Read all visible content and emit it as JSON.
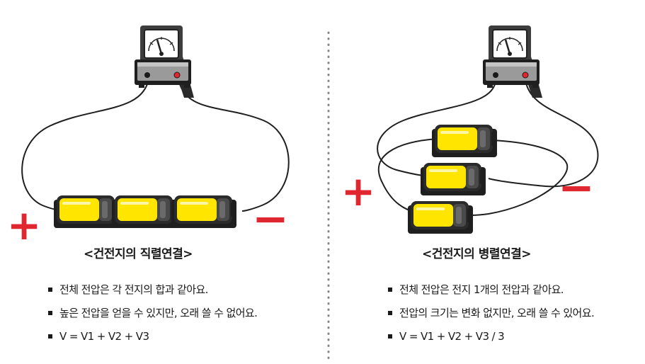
{
  "left_panel": {
    "caption": "<건전지의 직렬연결>",
    "positive_sign": "+",
    "negative_sign": "−",
    "notes": [
      "전체 전압은 각 전지의 합과 같아요.",
      "높은 전압을 얻을 수 있지만, 오래 쓸 수 없어요.",
      "V = V1 + V2 + V3"
    ]
  },
  "right_panel": {
    "caption": "<건전지의 병렬연결>",
    "positive_sign": "+",
    "negative_sign": "−",
    "notes": [
      "전체 전압은 전지 1개의 전압과 같아요.",
      "전압의 크기는 변화 없지만, 오래 쓸 수 있어요.",
      "V = V1 + V2 + V3 / 3"
    ]
  },
  "colors": {
    "sign_red": "#e0262f",
    "battery_yellow": "#ffe500",
    "battery_dark": "#3a3a3a",
    "meter_gray": "#9a9a9a",
    "divider": "#888888"
  }
}
